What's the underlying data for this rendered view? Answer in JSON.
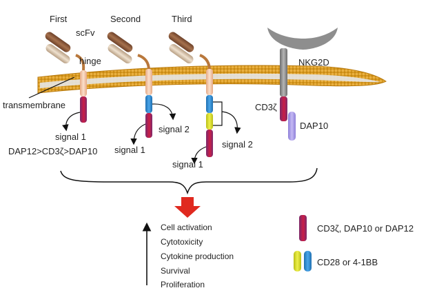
{
  "diagram": {
    "generation_labels": [
      "First",
      "Second",
      "Third"
    ],
    "receptor_label": "NKG2D",
    "domain_labels": {
      "scfv": "scFv",
      "hinge": "hinge",
      "transmembrane": "transmembrane"
    },
    "signal_labels": {
      "first_signal1": "signal 1",
      "second_signal2": "signal 2",
      "second_signal1": "signal 1",
      "third_signal2": "signal 2",
      "third_signal1": "signal 1"
    },
    "ordering_text": "DAP12>CD3ζ>DAP10",
    "cd3z_label": "CD3ζ",
    "dap10_label": "DAP10",
    "outcomes": [
      "Cell activation",
      "Cytotoxicity",
      "Cytokine production",
      "Survival",
      "Proliferation"
    ],
    "legend": [
      {
        "label": "CD3ζ, DAP10 or DAP12"
      },
      {
        "label": "CD28 or 4-1BB"
      }
    ],
    "colors": {
      "membrane_outer": "#d69a22",
      "membrane_inner": "#e9e9e9",
      "scfv_dark": "#8a5a3a",
      "scfv_light": "#d8c1a6",
      "hinge": "#b9783c",
      "transmembrane": "#f3c7a8",
      "signal1_purple": "#7b2a6b",
      "signal1_red": "#cc1e46",
      "costim_blue": "#2f8fd8",
      "costim_yellow": "#d9df2a",
      "nkg2d_head": "#8e8e8e",
      "nkg2d_stem": "#8e8e8e",
      "dap10": "#a99be6",
      "arrow_red": "#e0291f"
    }
  }
}
